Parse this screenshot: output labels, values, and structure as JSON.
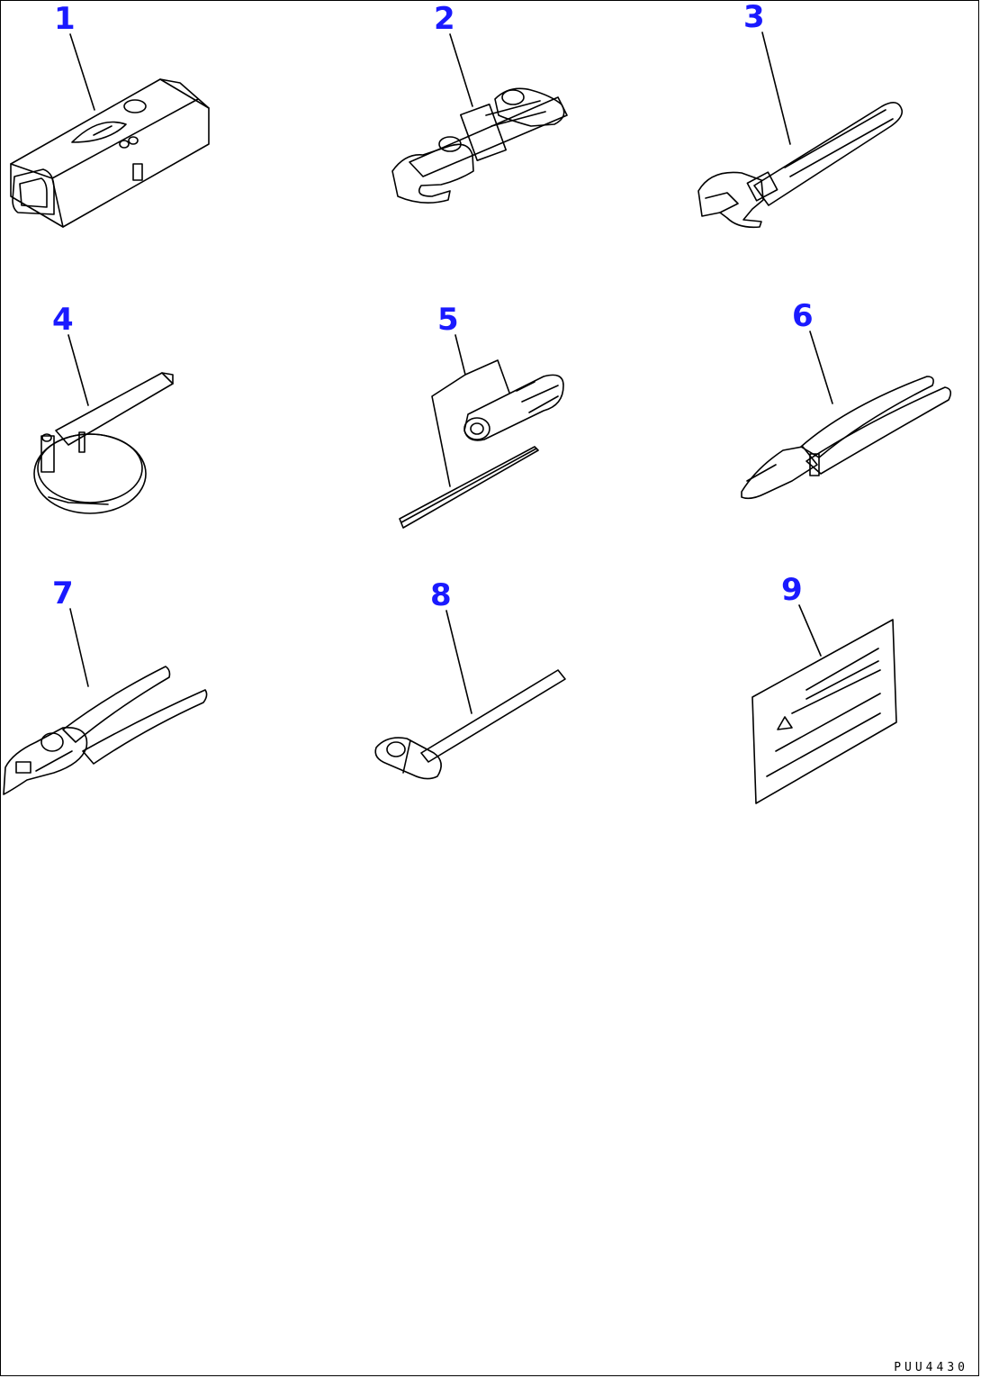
{
  "items": [
    {
      "label": "1",
      "icon": "tool-case-icon"
    },
    {
      "label": "2",
      "icon": "double-ended-wrench-icon"
    },
    {
      "label": "3",
      "icon": "adjustable-wrench-icon"
    },
    {
      "label": "4",
      "icon": "filter-wrench-icon"
    },
    {
      "label": "5",
      "icon": "socket-and-bar-icon"
    },
    {
      "label": "6",
      "icon": "pliers-icon"
    },
    {
      "label": "7",
      "icon": "slip-joint-pliers-icon"
    },
    {
      "label": "8",
      "icon": "hammer-icon"
    },
    {
      "label": "9",
      "icon": "label-plate-icon"
    }
  ],
  "drawing_number": "PUU4430",
  "colors": {
    "callout": "#1a1aff",
    "line": "#000000",
    "background": "#ffffff"
  }
}
